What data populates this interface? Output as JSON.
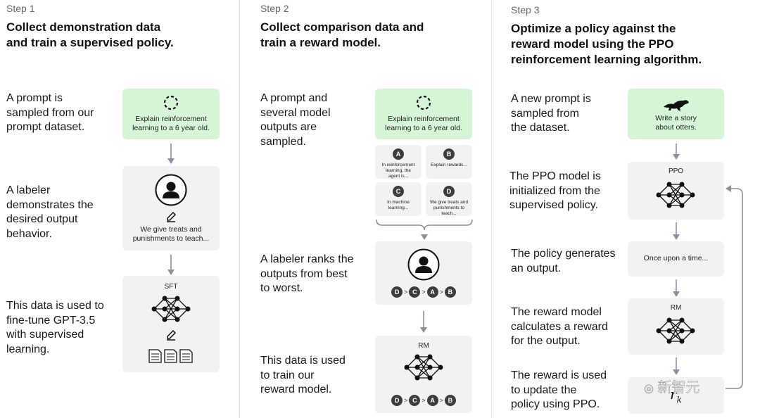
{
  "steps": [
    {
      "step_label": "Step 1",
      "heading": [
        "Collect demonstration data",
        "and train a supervised policy."
      ],
      "descriptions": [
        [
          "A prompt is",
          "sampled from our",
          "prompt dataset."
        ],
        [
          "A labeler",
          "demonstrates the",
          "desired output",
          "behavior."
        ],
        [
          "This data is used to",
          "fine-tune GPT-3.5",
          "with supervised",
          "learning."
        ]
      ],
      "prompt_card": [
        "Explain reinforcement",
        "learning to a 6 year old."
      ],
      "demo_card": [
        "We give treats and",
        "punishments to teach..."
      ],
      "model_label": "SFT"
    },
    {
      "step_label": "Step 2",
      "heading": [
        "Collect comparison data and",
        "train a reward model."
      ],
      "descriptions": [
        [
          "A prompt and",
          "several model",
          "outputs are",
          "sampled."
        ],
        [
          "A labeler ranks the",
          "outputs from best",
          "to worst."
        ],
        [
          "This data is used",
          "to train our",
          "reward model."
        ]
      ],
      "prompt_card": [
        "Explain reinforcement",
        "learning to a 6 year old."
      ],
      "outputs": [
        {
          "badge": "A",
          "text": [
            "In reinforcement",
            "learning, the",
            "agent is..."
          ]
        },
        {
          "badge": "B",
          "text": [
            "Explain rewards..."
          ]
        },
        {
          "badge": "C",
          "text": [
            "In machine",
            "learning..."
          ]
        },
        {
          "badge": "D",
          "text": [
            "We give treats and",
            "punishments to",
            "teach..."
          ]
        }
      ],
      "ranking": [
        "D",
        "C",
        "A",
        "B"
      ],
      "rank_separator": ">",
      "model_label": "RM"
    },
    {
      "step_label": "Step 3",
      "heading": [
        "Optimize a policy against the",
        "reward model using the PPO",
        "reinforcement learning algorithm."
      ],
      "descriptions": [
        [
          "A new prompt is",
          "sampled from",
          "the dataset."
        ],
        [
          "The PPO model is",
          "initialized from the",
          "supervised policy."
        ],
        [
          "The policy generates",
          "an output."
        ],
        [
          "The reward model",
          "calculates a reward",
          "for the output."
        ],
        [
          "The reward is used",
          "to update the",
          "policy using PPO."
        ]
      ],
      "prompt_card": [
        "Write a story",
        "about otters."
      ],
      "ppo_label": "PPO",
      "output_card": "Once upon a time...",
      "rm_label": "RM",
      "reward_symbol": "r",
      "reward_subscript": "k"
    }
  ],
  "watermark": "新智元",
  "colors": {
    "prompt_card_bg": "#d6f5d6",
    "card_bg": "#f2f2f2",
    "badge_bg": "#3d3d3d",
    "arrow": "#8e8ea0",
    "loop_arrow": "#8e8ea0"
  }
}
